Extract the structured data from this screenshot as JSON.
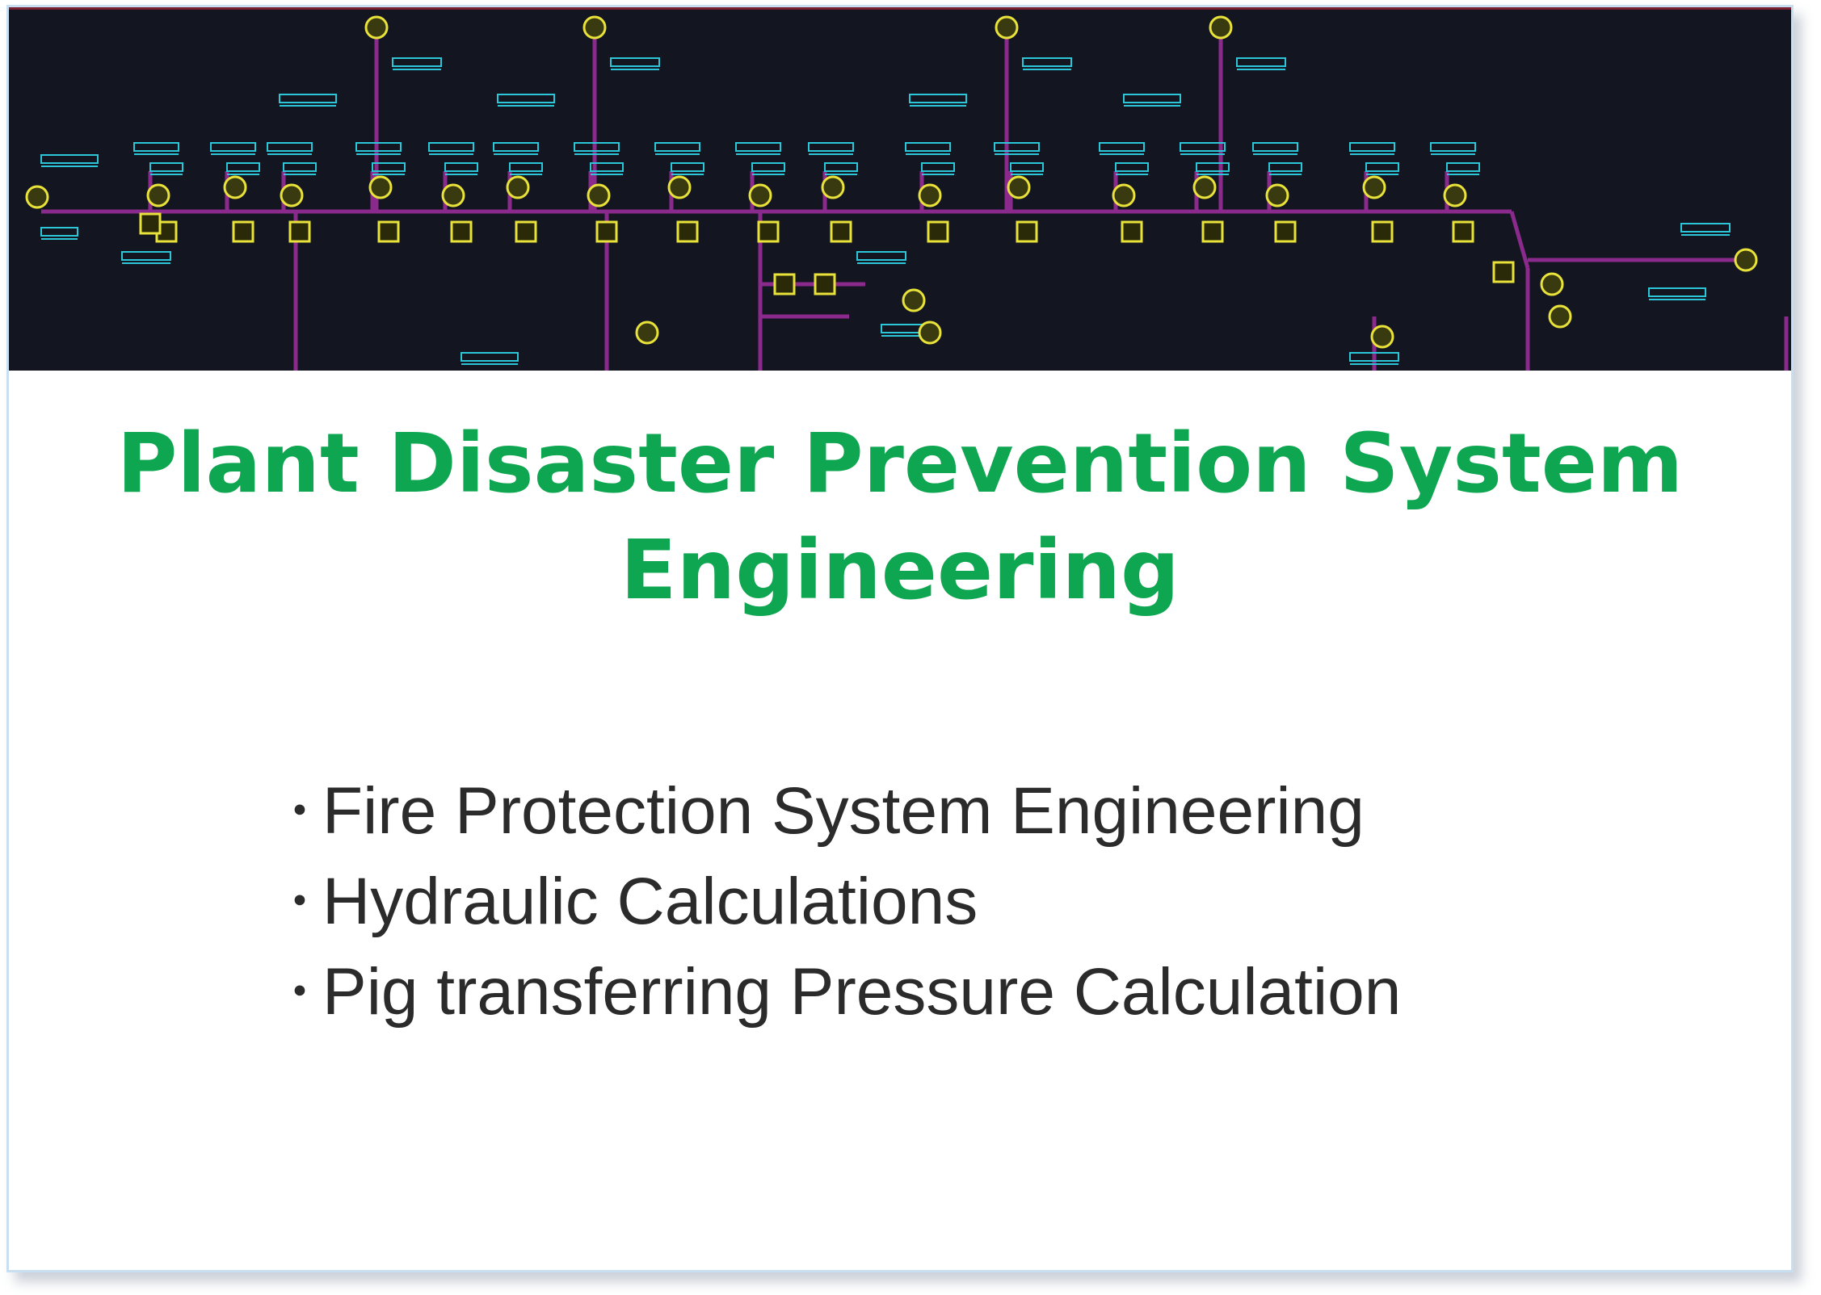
{
  "title": {
    "line1": "Plant Disaster Prevention System",
    "line2": "Engineering"
  },
  "bullet_marker": "・",
  "bullets": [
    "Fire Protection System Engineering",
    "Hydraulic Calculations",
    "Pig transferring Pressure Calculation"
  ],
  "banner": {
    "icon": "piping-network-diagram",
    "colors": {
      "background": "#131520",
      "pipe": "#8a2a8c",
      "label": "#2bc6d8",
      "node": "#e8e23a"
    }
  },
  "colors": {
    "title": "#0fa651",
    "text": "#2b2b2b",
    "card_border": "#c7dff0"
  }
}
